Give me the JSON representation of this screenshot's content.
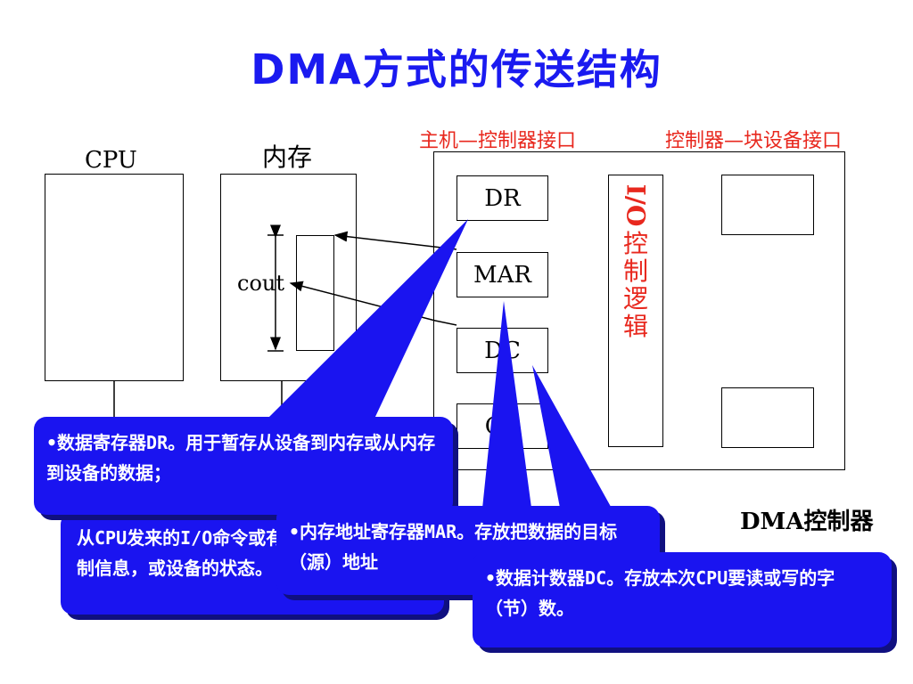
{
  "title": "DMA方式的传送结构",
  "labels": {
    "cpu": "CPU",
    "memory": "内存",
    "cout": "cout",
    "host_interface": "主机—控制器接口",
    "device_interface": "控制器—块设备接口",
    "dma_controller": "DMA控制器",
    "io_logic": "I/O控制逻辑"
  },
  "registers": {
    "dr": "DR",
    "mar": "MAR",
    "dc": "DC",
    "cr": "CR"
  },
  "callouts": {
    "dr": "•数据寄存器DR。用于暂存从设备到内存或从内存到设备的数据；",
    "cr": "从CPU发来的I/O命令或有关控制信息，或设备的状态。",
    "mar": "•内存地址寄存器MAR。存放把数据的目标（源）地址",
    "dc": "•数据计数器DC。存放本次CPU要读或写的字（节）数。"
  },
  "colors": {
    "title": "#1a1af0",
    "callout": "#1a14f0",
    "red_text": "#e8281e"
  }
}
